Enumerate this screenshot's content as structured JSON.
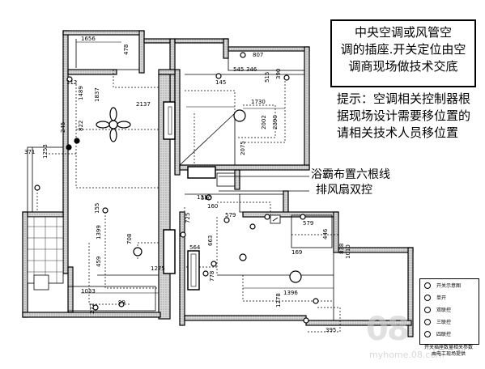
{
  "note_box": {
    "lines": [
      "中央空调或风管空",
      "调的插座.开关定位由空",
      "调商现场做技术交底"
    ]
  },
  "hint": {
    "lines": [
      "提示：空调相关控制器根",
      "据现场设计需要移位置的",
      "请相关技术人员移位置"
    ]
  },
  "callouts": {
    "bath_heater": "浴霸布置六根线",
    "exhaust_fan": "排风扇双控"
  },
  "dimensions": {
    "d1656": "1656",
    "d478": "478",
    "d807": "807",
    "d545": "545",
    "d346": "346",
    "d515": "515",
    "d390": "390",
    "d112": "112",
    "d145": "145",
    "d1489": "1489",
    "d1837": "1837",
    "d2137": "2137",
    "d1730": "1730",
    "d822": "822",
    "d245": "245",
    "d2002": "2002",
    "d2390": "2390",
    "d2075": "2075",
    "d371": "371",
    "d1253": "1253",
    "d131": "131",
    "d590": "590",
    "d160": "160",
    "d155": "155",
    "d725": "725",
    "d579a": "579",
    "d579b": "579",
    "d446": "446",
    "d1399": "1399",
    "d708": "708",
    "d564": "564",
    "d663": "663",
    "d1010": "1010",
    "d838": "838",
    "d169": "169",
    "d459": "459",
    "d1275": "1275",
    "d778": "778",
    "d1396": "1396",
    "d1033": "1033",
    "d1278": "1278",
    "d272": "272",
    "d99": "99",
    "d395": "395"
  },
  "legend": {
    "rows": [
      "开关示意图",
      "单开",
      "双联控",
      "三联控",
      "四联控"
    ],
    "caption_lines": [
      "开关插座数量相关参数",
      "由电工现场提供"
    ]
  },
  "watermark": {
    "logo": "08",
    "url": "myhome.08.com"
  }
}
